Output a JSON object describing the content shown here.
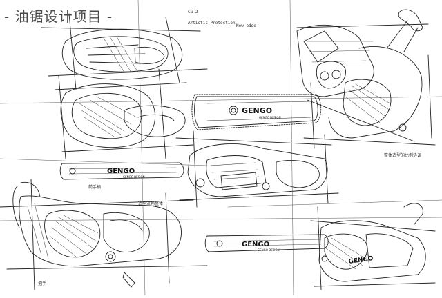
{
  "page": {
    "title": "- 油锯设计项目 -"
  },
  "brand": {
    "logo_text": "GENGO",
    "sub_text": "GENGO DESIGN"
  },
  "annotations": {
    "top_heading": "CG-2",
    "top_left_note": "Artistic Protection",
    "top_right_note": "New edge",
    "right_mid_note": "整体造型的比例协调",
    "side_note": "前手柄",
    "lower_note": "造型流畅整体",
    "bottom_note": "把手"
  }
}
